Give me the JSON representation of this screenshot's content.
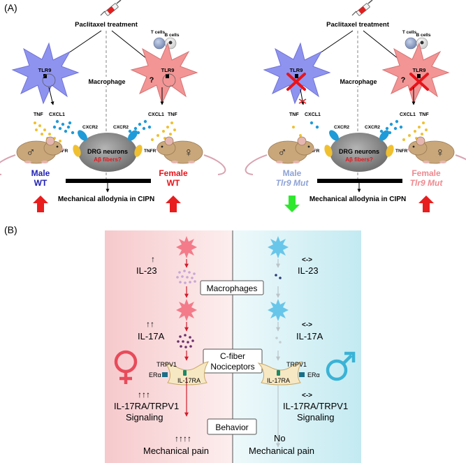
{
  "panelA": {
    "label": "(A)",
    "left": {
      "treatment": "Paclitaxel treatment",
      "tlr9": "TLR9",
      "tlr9_r": "TLR9",
      "q": "?",
      "tcells": "T cells",
      "bcells": "B cells",
      "macrophage": "Macrophage",
      "tnf_l": "TNF",
      "cxcl1_l": "CXCL1",
      "cxcl1_r": "CXCL1",
      "tnf_r": "TNF",
      "cxcr2_l": "CXCR2",
      "cxcr2_r": "CXCR2",
      "tnfr_l": "TNFR",
      "tnfr_r": "TNFR",
      "drg": "DRG neurons",
      "abeta": "Aβ fibers?",
      "male": "Male",
      "male_geno": "WT",
      "female": "Female",
      "female_geno": "WT",
      "outcome": "Mechanical allodynia in CIPN"
    },
    "right": {
      "treatment": "Paclitaxel treatment",
      "tlr9": "TLR9",
      "tlr9_r": "TLR9",
      "q": "?",
      "tcells": "T cells",
      "bcells": "B cells",
      "macrophage": "Macrophage",
      "tnf_l": "TNF",
      "cxcl1_l": "CXCL1",
      "cxcl1_r": "CXCL1",
      "tnf_r": "TNF",
      "cxcr2_l": "CXCR2",
      "cxcr2_r": "CXCR2",
      "tnfr_l": "TNFR",
      "tnfr_r": "TNFR",
      "drg": "DRG neurons",
      "abeta": "Aβ fibers?",
      "male": "Male",
      "male_geno": "Tlr9 Mut",
      "female": "Female",
      "female_geno": "Tlr9 Mut",
      "outcome": "Mechanical allodynia in CIPN"
    }
  },
  "panelB": {
    "label": "(B)",
    "macrophages": "Macrophages",
    "cfiber_1": "C-fiber",
    "cfiber_2": "Nociceptors",
    "behavior": "Behavior",
    "female": {
      "il23_arrow": "↑",
      "il23": "IL-23",
      "il17a_arrow": "↑↑",
      "il17a": "IL-17A",
      "trpv1": "TRPV1",
      "era": "ERα",
      "il17ra": "IL-17RA",
      "sig_arrow": "↑↑↑",
      "sig_1": "IL-17RA/TRPV1",
      "sig_2": "Signaling",
      "pain_arrow": "↑↑↑↑",
      "pain": "Mechanical pain"
    },
    "male": {
      "il23_arrow": "<->",
      "il23": "IL-23",
      "il17a_arrow": "<->",
      "il17a": "IL-17A",
      "trpv1": "TRPV1",
      "era": "ERα",
      "il17ra": "IL-17RA",
      "sig_arrow": "<->",
      "sig_1": "IL-17RA/TRPV1",
      "sig_2": "Signaling",
      "pain_1": "No",
      "pain_2": "Mechanical pain"
    }
  },
  "colors": {
    "male_blue": "#1f1fb4",
    "female_red": "#e8141a",
    "male_light": "#8ea3d6",
    "female_light": "#ef8a8f",
    "macro_blue": "#8f93f0",
    "macro_red": "#f39595",
    "drg_gray": "#8a8a8a",
    "cxcr2_blue": "#1f9bd8",
    "tnfr_yellow": "#f0c030",
    "female_symbol": "#e84b5a",
    "male_symbol": "#3ab3d6",
    "up_arrow": "#e81e1e",
    "down_arrow": "#2ee82e"
  }
}
